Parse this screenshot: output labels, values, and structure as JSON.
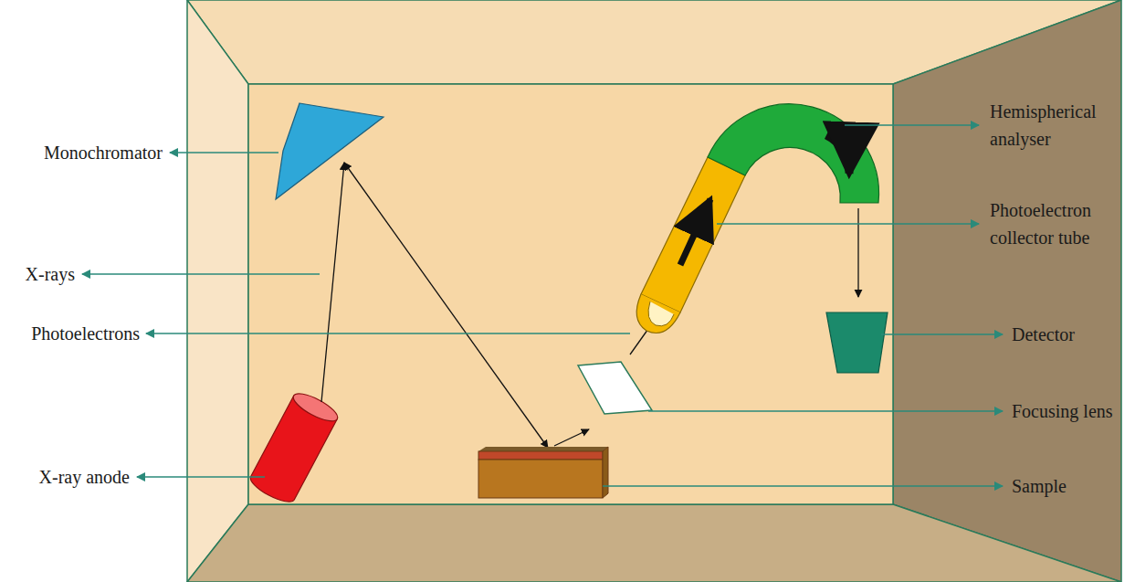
{
  "diagram": {
    "labels": [
      "Hemispherical analyser",
      "Monochromator",
      "Photoelectron collector tube",
      "X-rays",
      "Photoelectrons",
      "Detector",
      "Focusing lens",
      "X-ray anode",
      "Sample"
    ]
  }
}
